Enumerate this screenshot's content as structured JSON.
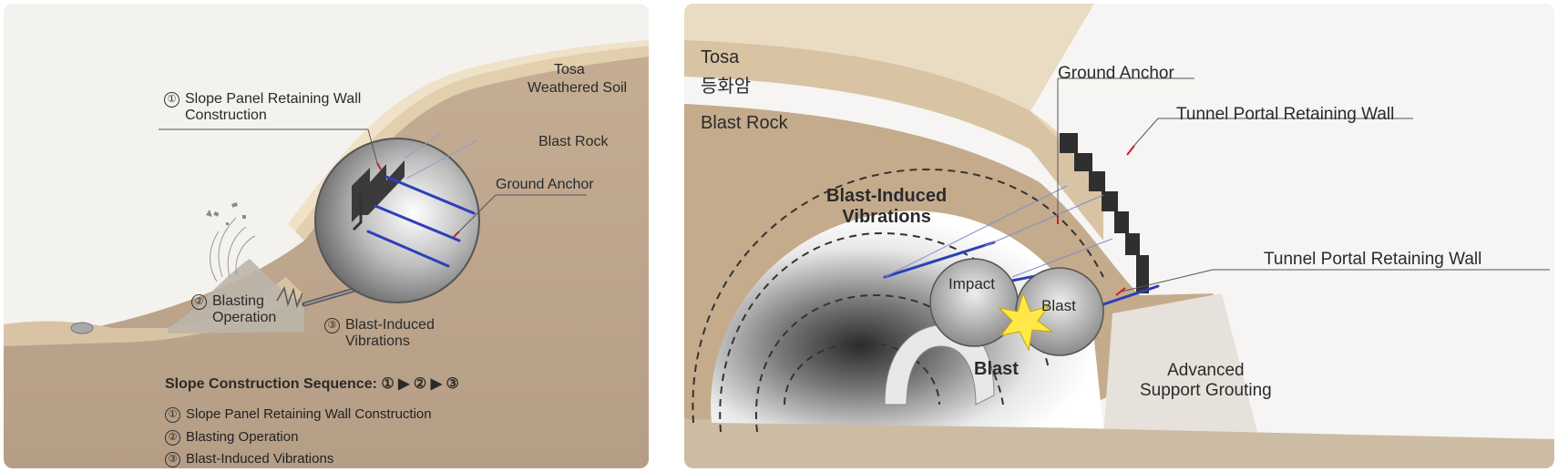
{
  "left": {
    "labels": {
      "tosa": "Tosa",
      "weathered_soil": "Weathered Soil",
      "blast_rock": "Blast Rock",
      "ground_anchor": "Ground Anchor",
      "step1_line1": "Slope Panel Retaining Wall",
      "step1_line2": "Construction",
      "step2_line1": "Blasting",
      "step2_line2": "Operation",
      "step3_line1": "Blast-Induced",
      "step3_line2": "Vibrations"
    },
    "step_numbers": [
      "①",
      "②",
      "③"
    ],
    "sequence": {
      "title": "Slope Construction Sequence: ① ▶ ② ▶ ③",
      "items": [
        "Slope Panel Retaining Wall Construction",
        "Blasting Operation",
        "Blast-Induced Vibrations"
      ]
    }
  },
  "right": {
    "labels": {
      "tosa": "Tosa",
      "korean_rock": "등화암",
      "blast_rock": "Blast Rock",
      "ground_anchor": "Ground Anchor",
      "portal_wall_top": "Tunnel Portal Retaining Wall",
      "portal_wall_bottom": "Tunnel Portal Retaining Wall",
      "vibrations_line1": "Blast-Induced",
      "vibrations_line2": "Vibrations",
      "impact": "Impact",
      "blast_bubble": "Blast",
      "blast_center": "Blast",
      "grouting_line1": "Advanced",
      "grouting_line2": "Support Grouting"
    }
  },
  "colors": {
    "anchor_blue": "#2e3fb8",
    "soil": "#c9b395",
    "rock": "#b8a28a",
    "leader_red": "#c8202a"
  }
}
